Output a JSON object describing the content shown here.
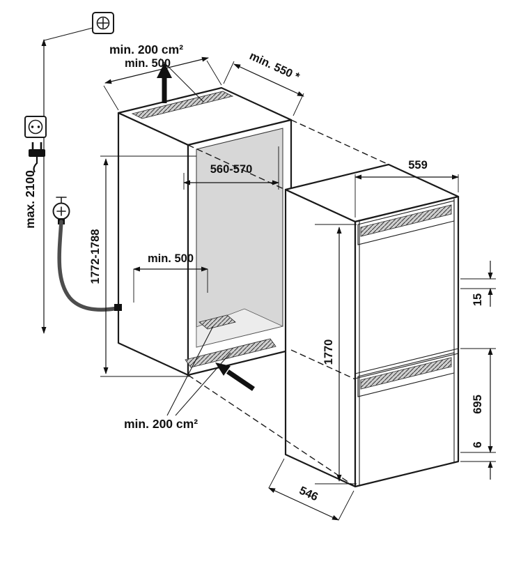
{
  "diagram": {
    "type": "appliance-installation-drawing",
    "labels": {
      "vent_top": "min. 200 cm²",
      "niche_width_top": "min. 500",
      "niche_depth": "min. 550 *",
      "inner_width": "560-570",
      "niche_height": "1772-1788",
      "floor_depth": "min. 500",
      "vent_bottom": "min. 200 cm²",
      "cable_length": "max. 2100",
      "appliance_width": "559",
      "appliance_height": "1770",
      "gap_top": "15",
      "lower_door_height": "695",
      "gap_bottom": "6",
      "appliance_depth": "546"
    },
    "colors": {
      "line": "#1a1a1a",
      "interior_fill": "#d7d7d7",
      "floor_fill": "#ececec",
      "hatch_fill": "#d0d0d0",
      "hose": "#4d4d4d"
    },
    "icons": [
      "ceiling-junction-icon",
      "power-socket-icon",
      "power-plug-icon",
      "water-tap-icon",
      "water-hose",
      "airflow-up-arrow-icon",
      "airflow-in-arrow-icon"
    ]
  }
}
